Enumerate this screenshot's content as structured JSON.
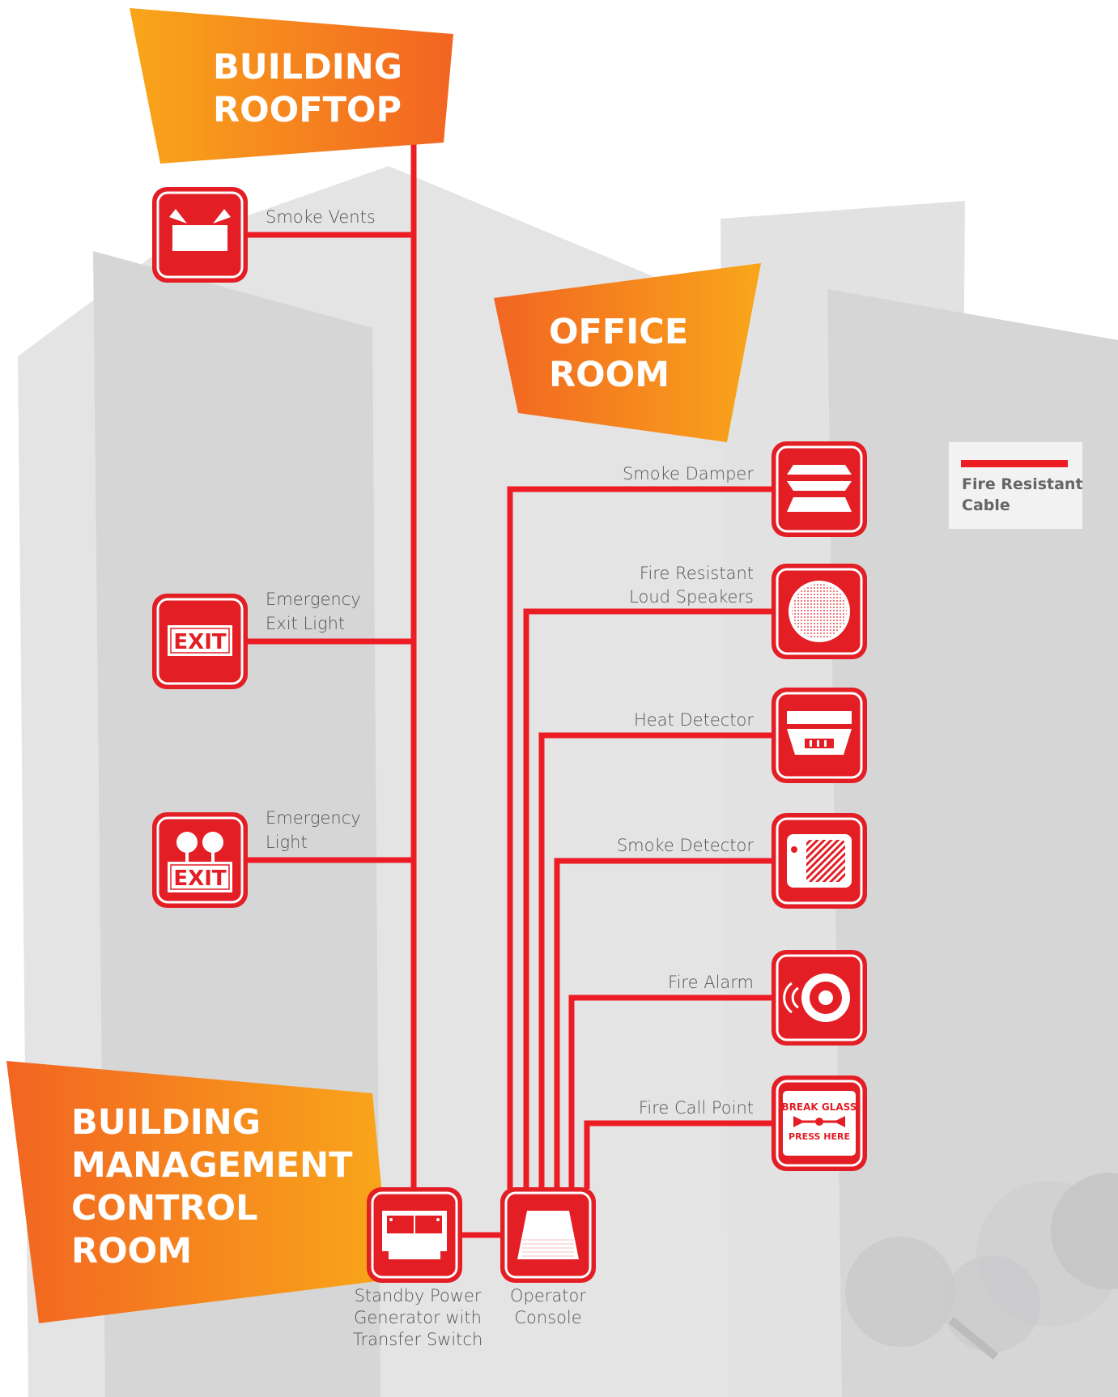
{
  "colors": {
    "cable": "#ec1c24",
    "icon_red": "#e31e24",
    "building_light": "#e4e4e5",
    "building_dark": "#d5d5d6",
    "banner_start": "#f26522",
    "banner_end": "#f9a61a"
  },
  "banners": {
    "rooftop": [
      "BUILDING",
      "ROOFTOP"
    ],
    "office": [
      "OFFICE",
      "ROOM"
    ],
    "control": [
      "BUILDING",
      "MANAGEMENT",
      "CONTROL",
      "ROOM"
    ]
  },
  "legend": {
    "lines": [
      "Fire Resistant",
      "Cable"
    ]
  },
  "left_devices": [
    {
      "icon": "smoke-vents-icon",
      "label": [
        "Smoke Vents"
      ]
    },
    {
      "icon": "emergency-exit-light-icon",
      "label": [
        "Emergency",
        "Exit Light"
      ],
      "sign": "EXIT"
    },
    {
      "icon": "emergency-light-icon",
      "label": [
        "Emergency",
        "Light"
      ],
      "sign": "EXIT"
    }
  ],
  "right_devices": [
    {
      "icon": "smoke-damper-icon",
      "label": [
        "Smoke Damper"
      ]
    },
    {
      "icon": "loud-speaker-icon",
      "label": [
        "Fire Resistant",
        "Loud Speakers"
      ]
    },
    {
      "icon": "heat-detector-icon",
      "label": [
        "Heat Detector"
      ]
    },
    {
      "icon": "smoke-detector-icon",
      "label": [
        "Smoke Detector"
      ]
    },
    {
      "icon": "fire-alarm-icon",
      "label": [
        "Fire Alarm"
      ]
    },
    {
      "icon": "fire-call-point-icon",
      "label": [
        "Fire Call Point"
      ],
      "text_top": "BREAK GLASS",
      "text_bottom": "PRESS HERE"
    }
  ],
  "bottom_devices": [
    {
      "icon": "generator-icon",
      "label": [
        "Standby Power",
        "Generator with",
        "Transfer Switch"
      ]
    },
    {
      "icon": "operator-console-icon",
      "label": [
        "Operator",
        "Console"
      ]
    }
  ]
}
